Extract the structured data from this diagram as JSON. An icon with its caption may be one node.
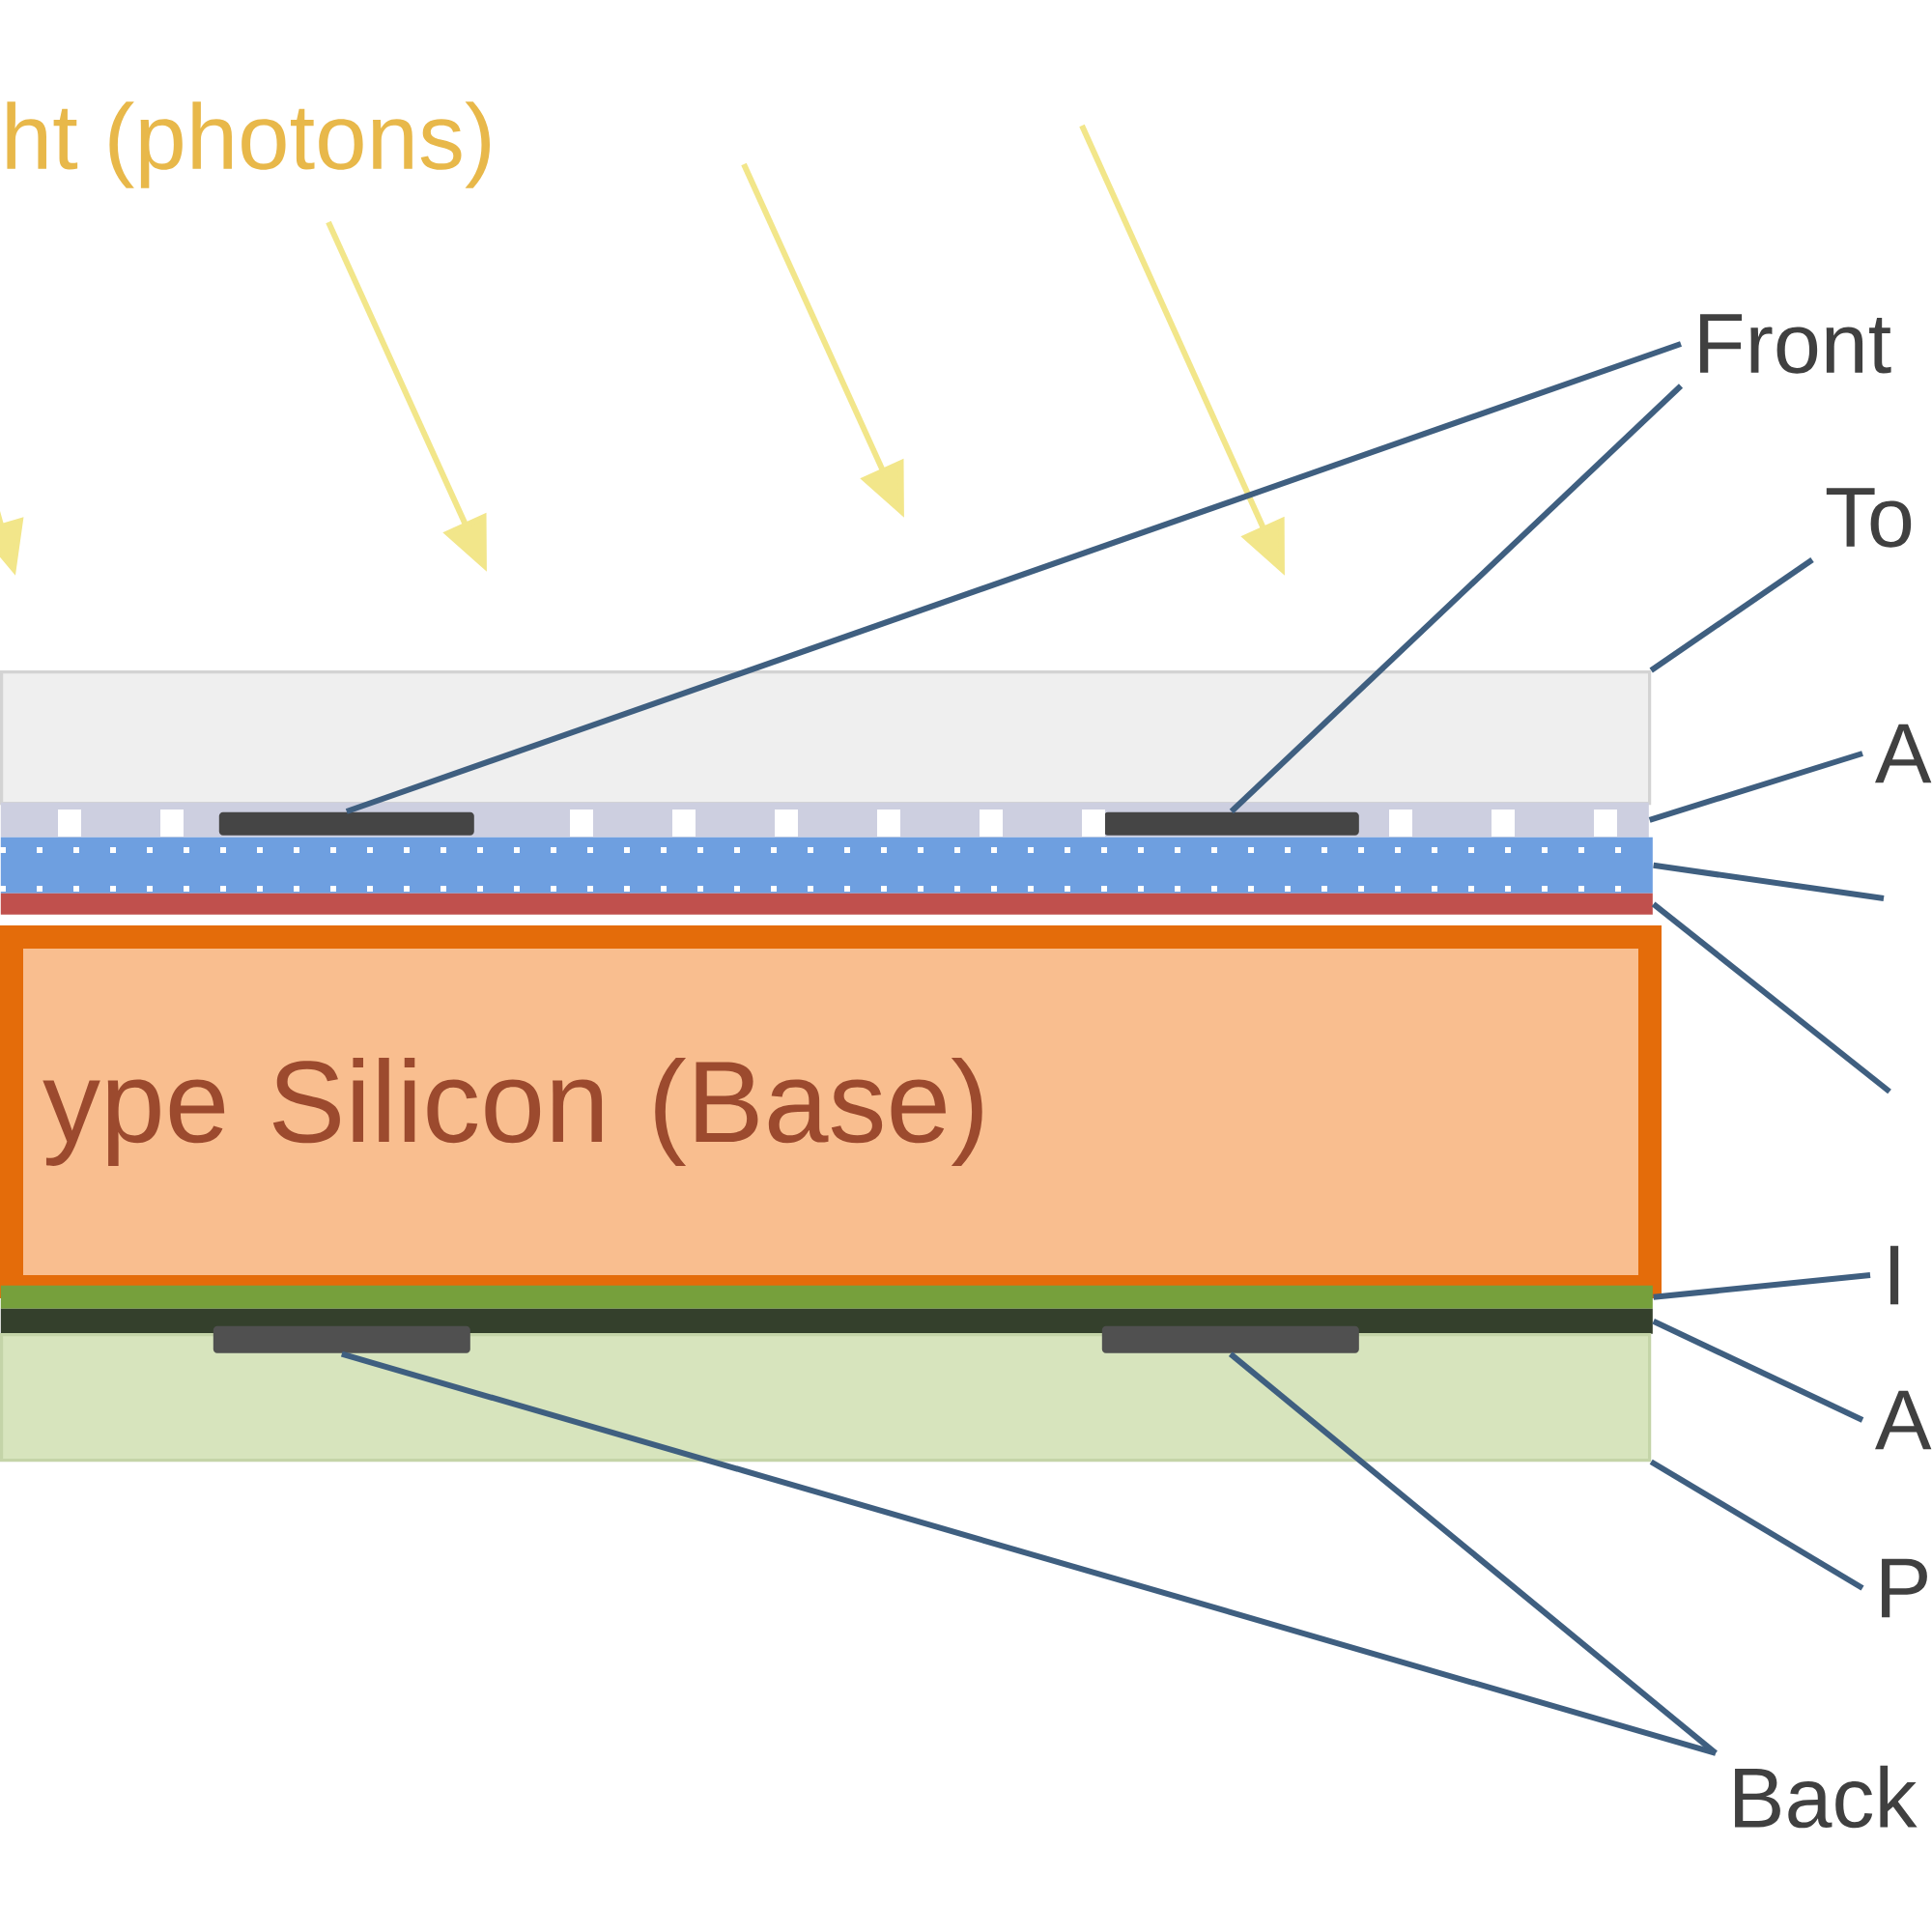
{
  "diagram": {
    "nodes": [
      {
        "text": [
          "Front"
        ]
      },
      {
        "text": [
          "To"
        ]
      },
      {
        "text": [],
        "shape": "box"
      },
      {
        "text": [
          "A"
        ]
      },
      {
        "text": [],
        "shape": "box"
      },
      {
        "text": [],
        "shape": "bar",
        "in": 4
      },
      {
        "text": [],
        "shape": "bar",
        "in": 4
      },
      {
        "text": [],
        "shape": "box"
      },
      {
        "text": [],
        "shape": "box"
      },
      {
        "text": [
          "ype Silicon (Base)"
        ]
      },
      {
        "text": [
          "I"
        ]
      },
      {
        "text": [],
        "shape": "box"
      },
      {
        "text": [
          "A"
        ]
      },
      {
        "text": [],
        "shape": "box"
      },
      {
        "text": [
          "P"
        ]
      },
      {
        "text": [],
        "shape": "box"
      },
      {
        "text": [],
        "shape": "bar"
      },
      {
        "text": [],
        "shape": "bar"
      },
      {
        "text": [
          "Back"
        ]
      }
    ],
    "edges": [
      {
        "from": 0,
        "to": 5,
        "arrow": "none"
      },
      {
        "from": 0,
        "to": 6,
        "arrow": "none"
      },
      {
        "from": 1,
        "to": 2,
        "arrow": "none"
      },
      {
        "from": 3,
        "to": 4,
        "arrow": "none"
      },
      {
        "from": null,
        "to": 7,
        "arrow": "none"
      },
      {
        "from": null,
        "to": 8,
        "arrow": "none"
      },
      {
        "from": 10,
        "to": 11,
        "arrow": "none"
      },
      {
        "from": 12,
        "to": 13,
        "arrow": "none"
      },
      {
        "from": 14,
        "to": 15,
        "arrow": "none"
      },
      {
        "from": 18,
        "to": 16,
        "arrow": "none"
      },
      {
        "from": 18,
        "to": 17,
        "arrow": "none"
      }
    ],
    "labels": [
      "ht (photons)"
    ]
  }
}
